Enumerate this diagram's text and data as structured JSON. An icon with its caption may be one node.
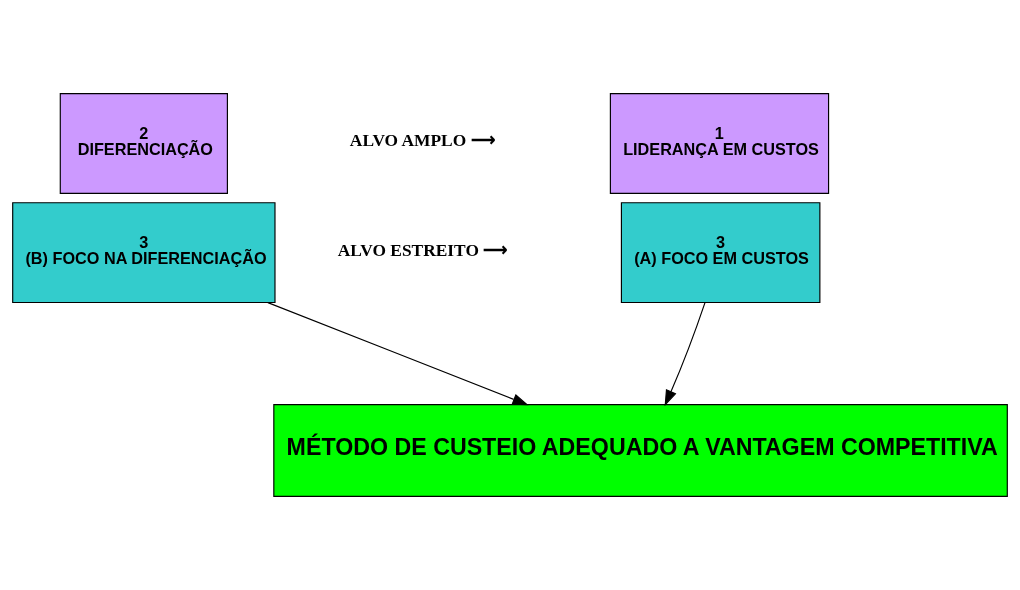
{
  "diagram": {
    "nodes": [
      {
        "text": [
          "1",
          "LIDERANÇA EM CUSTOS"
        ]
      },
      {
        "text": [
          "2",
          "DIFERENCIAÇÃO"
        ]
      },
      {
        "text": [
          "3",
          "(A) FOCO EM CUSTOS"
        ]
      },
      {
        "text": [
          "3",
          "(B) FOCO NA DIFERENCIAÇÃO"
        ]
      },
      {
        "text": [
          "MÉTODO DE CUSTEIO ADEQUADO A VANTAGEM COMPETITIVA"
        ]
      }
    ],
    "edges": [
      {
        "from": 2,
        "to": 4,
        "arrow": "to"
      },
      {
        "from": 3,
        "to": 4,
        "arrow": "to"
      }
    ],
    "labels": [
      "ALVO AMPLO ⟶",
      "ALVO ESTREITO ⟶"
    ]
  }
}
